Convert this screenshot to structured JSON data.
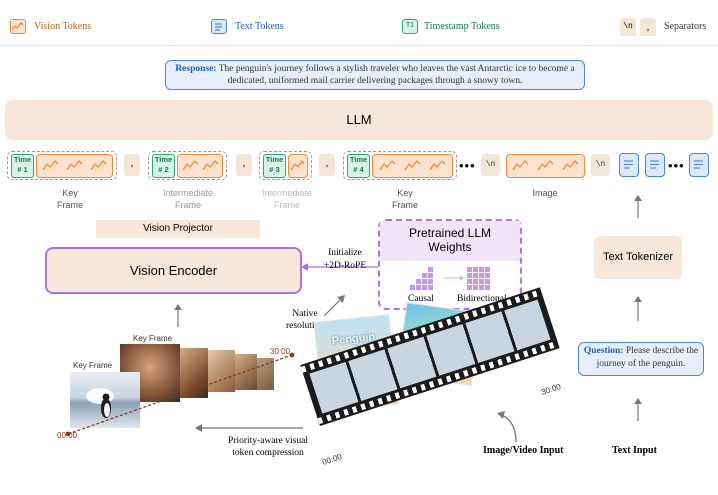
{
  "legend": {
    "vision": "Vision Tokens",
    "text": "Text Tokens",
    "time_badge": "T1",
    "timestamp": "Timestamp Tokens",
    "newline": "\\n",
    "comma": ",",
    "separators": "Separators"
  },
  "response": {
    "label": "Response:",
    "text": "The penguin's journey follows a stylish traveler who leaves the vast Antarctic ice to become a dedicated, uniformed mail carrier delivering packages through a snowy town."
  },
  "llm": "LLM",
  "tokens": {
    "time_word": "Time",
    "time_ids": [
      "# 1",
      "# 2",
      "# 3",
      "# 4"
    ],
    "comma": ",",
    "newline": "\\n",
    "dots": "•••"
  },
  "labels": {
    "key_frame_1": "Key\nFrame",
    "inter_1": "Intermediate\nFrame",
    "inter_2": "Intermediate\nFrame",
    "key_frame_2": "Key\nFrame",
    "image": "Image"
  },
  "vision_projector": "Vision Projector",
  "vision_encoder": "Vision Encoder",
  "initialize": "Initialize\n+2D-RoPE",
  "pretrained": {
    "title": "Pretrained LLM\nWeights",
    "causal": "Causal",
    "bidirectional": "Bidirectional"
  },
  "text_tokenizer": "Text Tokenizer",
  "native_resolution": "Native\nresolution",
  "key_frame_a": "Key Frame",
  "key_frame_b": "Key  Frame",
  "time_start": "00:00",
  "time_end": "30:00",
  "priority": "Priority-aware visual\ntoken compression",
  "poster_title": "Penguin",
  "film": {
    "start": "00:00",
    "end": "30:00"
  },
  "question": {
    "label": "Question:",
    "text": "Please describe the journey of the penguin."
  },
  "image_video_input": "Image/Video Input",
  "text_input": "Text Input",
  "colors": {
    "vision": "#f08a3c",
    "text": "#4a86d8",
    "timestamp": "#2eaa79",
    "purple": "#b46ee6",
    "beige": "#f7e8da"
  }
}
